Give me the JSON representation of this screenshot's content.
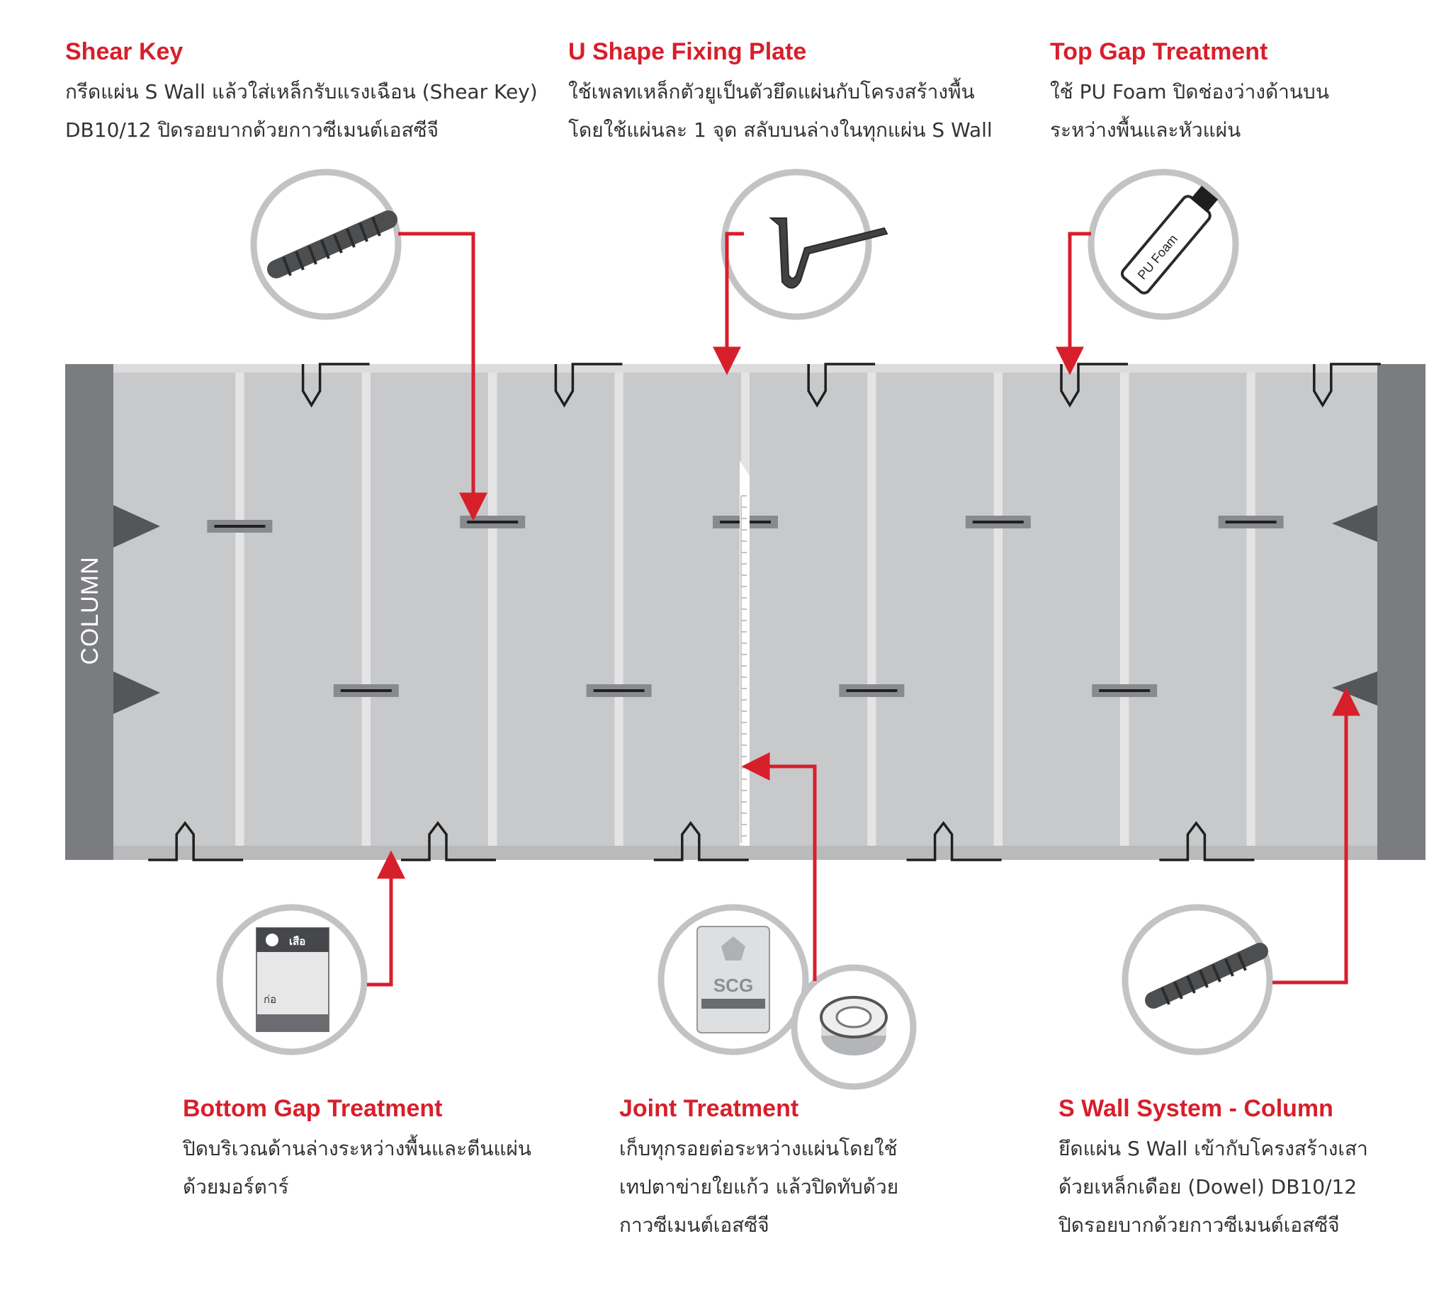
{
  "labels": {
    "shear_key": {
      "title": "Shear Key",
      "lines": [
        "กรีดแผ่น S Wall แล้วใส่เหล็กรับแรงเฉือน (Shear Key)",
        "DB10/12 ปิดรอยบากด้วยกาวซีเมนต์เอสซีจี"
      ]
    },
    "u_shape": {
      "title": "U Shape Fixing Plate",
      "lines": [
        "ใช้เพลทเหล็กตัวยูเป็นตัวยึดแผ่นกับโครงสร้างพื้น",
        "โดยใช้แผ่นละ 1 จุด สลับบนล่างในทุกแผ่น S Wall"
      ]
    },
    "top_gap": {
      "title": "Top Gap Treatment",
      "lines": [
        "ใช้ PU Foam ปิดช่องว่างด้านบน",
        "ระหว่างพื้นและหัวแผ่น"
      ]
    },
    "bottom_gap": {
      "title": "Bottom Gap Treatment",
      "lines": [
        "ปิดบริเวณด้านล่างระหว่างพื้นและตีนแผ่น",
        "ด้วยมอร์ตาร์"
      ]
    },
    "joint": {
      "title": "Joint Treatment",
      "lines": [
        "เก็บทุกรอยต่อระหว่างแผ่นโดยใช้",
        "เทปตาข่ายใยแก้ว แล้วปิดทับด้วย",
        "กาวซีเมนต์เอสซีจี"
      ]
    },
    "column_sys": {
      "title": "S Wall  System - Column",
      "lines": [
        "ยึดแผ่น S Wall เข้ากับโครงสร้างเสา",
        "ด้วยเหล็กเดือย (Dowel) DB10/12",
        "ปิดรอยบากด้วยกาวซีเมนต์เอสซีจี"
      ]
    }
  },
  "wall": {
    "column_label": "COLUMN",
    "panel_count": 10
  },
  "products": {
    "pu_foam_label": "PU Foam",
    "scg_label": "SCG",
    "tiger_label": "เสือ",
    "tiger_sub": "ก่อ"
  },
  "colors": {
    "accent_red": "#d71f2b",
    "column": "#7b7c7f",
    "panel": "#c8c9cb",
    "frame": "#dcdcdd",
    "ring": "#c3c3c5"
  }
}
